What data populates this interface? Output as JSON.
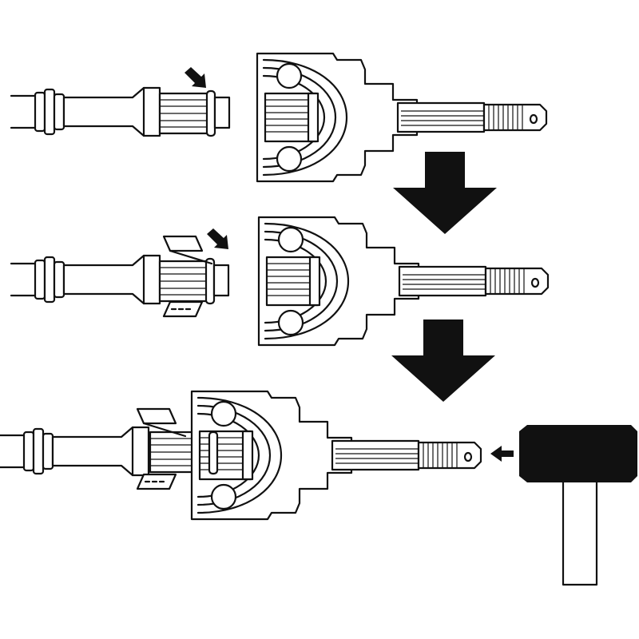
{
  "title": "",
  "steps": [
    {
      "id": 1,
      "caption": ""
    },
    {
      "id": 2,
      "caption": ""
    },
    {
      "id": 3,
      "caption": ""
    }
  ],
  "colors": {
    "line": "#111111",
    "fill": "#ffffff",
    "arrow": "#111111"
  },
  "icons": [
    "press-arrow-icon",
    "down-arrow-icon",
    "hammer-icon",
    "clamp-tool-icon"
  ]
}
